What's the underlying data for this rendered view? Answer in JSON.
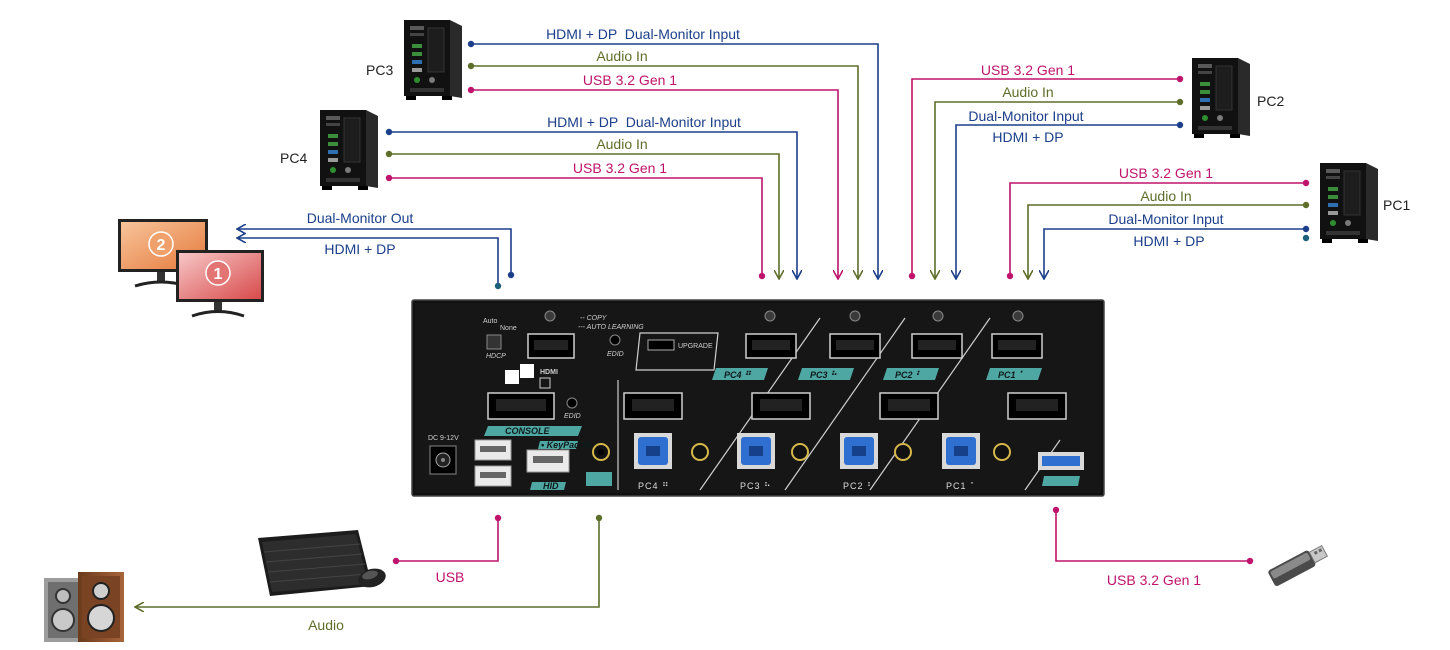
{
  "pcs": [
    {
      "id": "pc3",
      "label": "PC3"
    },
    {
      "id": "pc4",
      "label": "PC4"
    },
    {
      "id": "pc2",
      "label": "PC2"
    },
    {
      "id": "pc1",
      "label": "PC1"
    }
  ],
  "cable_labels": {
    "pc3_video": "HDMI + DP  Dual-Monitor Input",
    "pc3_audio": "Audio In",
    "pc3_usb": "USB 3.2 Gen 1",
    "pc4_video": "HDMI + DP  Dual-Monitor Input",
    "pc4_audio": "Audio In",
    "pc4_usb": "USB 3.2 Gen 1",
    "pc2_usb": "USB 3.2 Gen 1",
    "pc2_audio": "Audio In",
    "pc2_video1": "Dual-Monitor Input",
    "pc2_video2": "HDMI + DP",
    "pc1_usb": "USB 3.2 Gen 1",
    "pc1_audio": "Audio In",
    "pc1_video1": "Dual-Monitor Input",
    "pc1_video2": "HDMI + DP",
    "monitor_out1": "Dual-Monitor Out",
    "monitor_out2": "HDMI + DP",
    "console_usb": "USB",
    "console_audio": "Audio",
    "usb_drive": "USB 3.2 Gen 1"
  },
  "monitors": {
    "first": "1",
    "second": "2"
  },
  "kvm": {
    "hdcp": "HDCP",
    "hdcp_auto": "Auto",
    "hdcp_none": "None",
    "copy": "-- COPY",
    "auto_learning": "--- AUTO LEARNING",
    "edid": "EDID",
    "edid2": "EDID",
    "upgrade": "UPGRADE",
    "hdmi": "HDMI",
    "console": "CONSOLE",
    "dc": "DC 9-12V",
    "keypad": "• KeyPad IN",
    "hid": "HID",
    "port_tags": [
      "PC4 ⠛",
      "PC3 ⠓",
      "PC2 ⠃",
      "PC1 ⠁"
    ],
    "usb_tags": [
      "PC4 ⠛",
      "PC3 ⠓",
      "PC2 ⠃",
      "PC1 ⠁"
    ]
  },
  "colors": {
    "video": "#1b3f8a",
    "audio": "#5d6e2a",
    "usb": "#c0136b",
    "teal": "#4fa7a4"
  },
  "icons": {
    "pc": "tower-computer-icon",
    "monitor": "monitor-icon",
    "keyboard": "keyboard-mouse-icon",
    "speaker": "speaker-icon",
    "drive": "usb-flash-drive-icon"
  }
}
